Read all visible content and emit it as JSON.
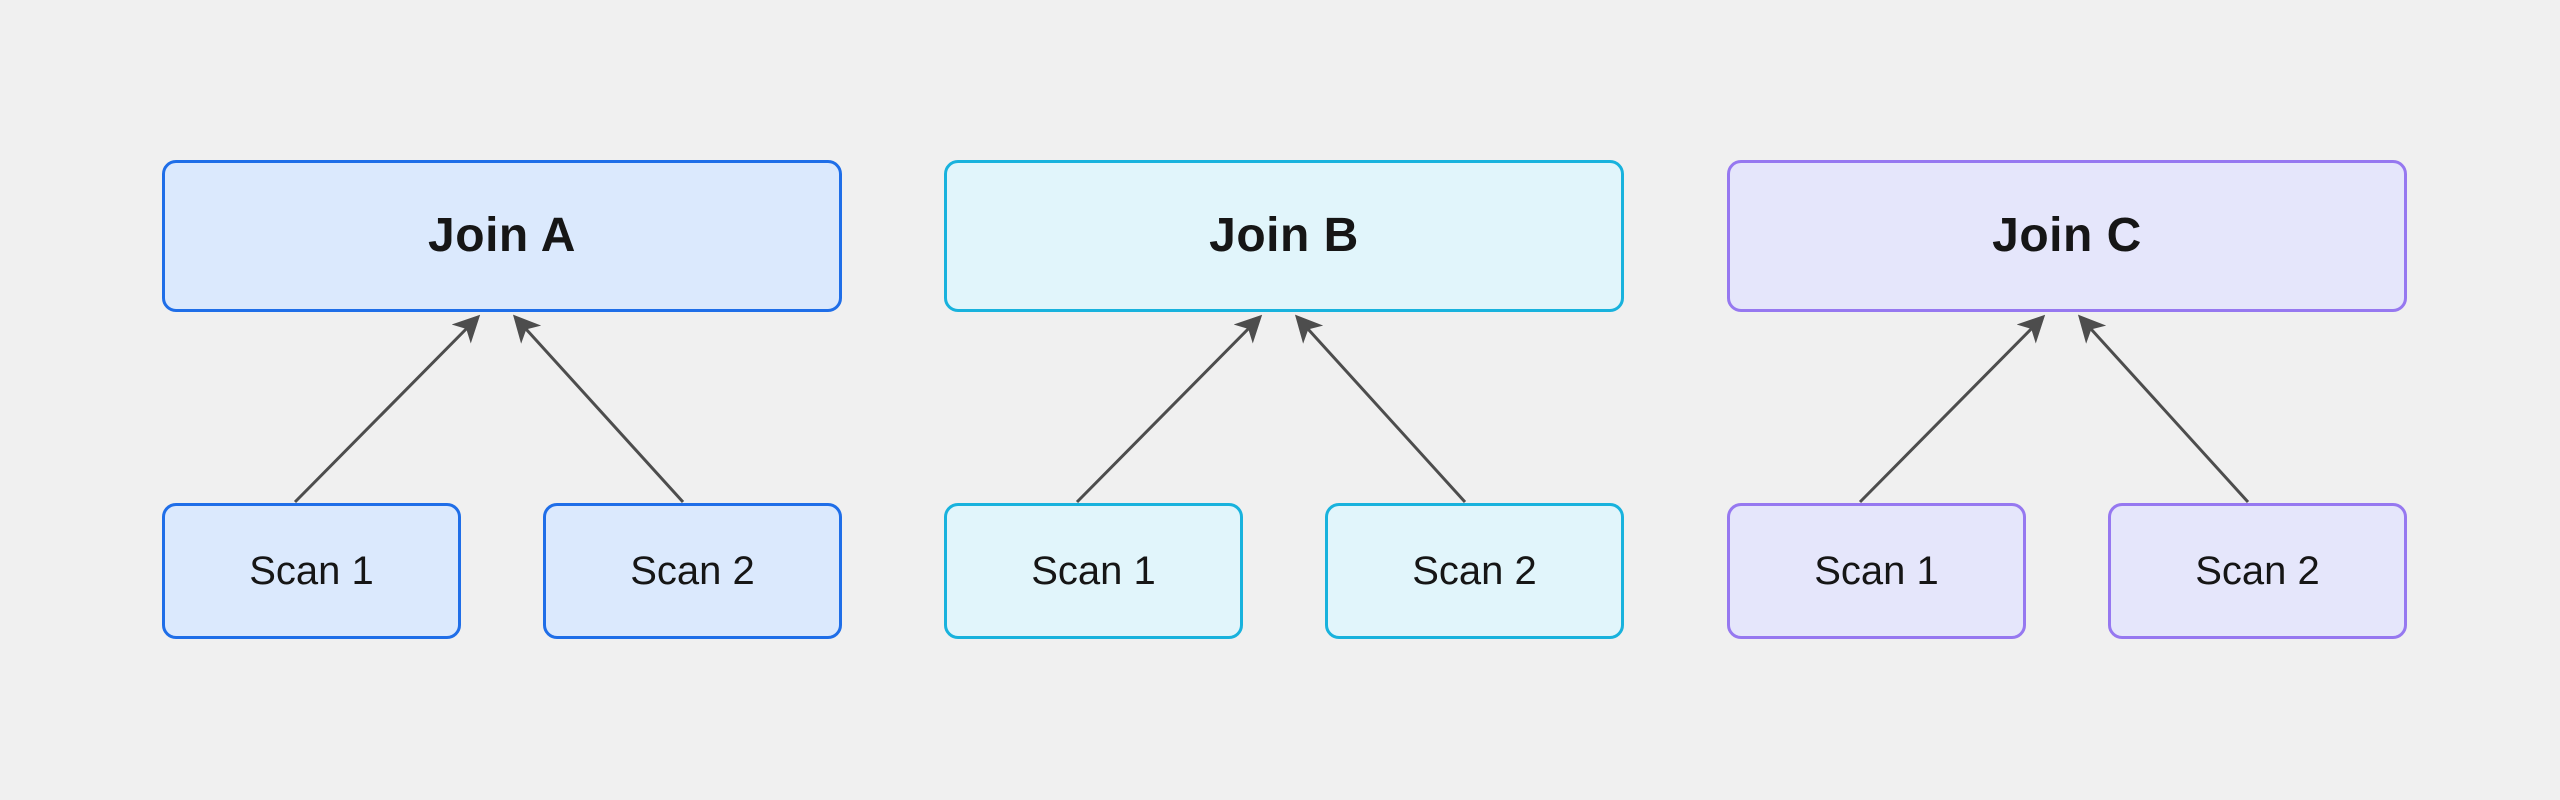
{
  "diagram": {
    "background": "#f0f0f0",
    "arrow_color": "#4d4d4d",
    "text_color": "#161616",
    "groups": [
      {
        "id": "A",
        "join_label": "Join A",
        "scan1_label": "Scan 1",
        "scan2_label": "Scan 2",
        "fill": "#dbe9fd",
        "border": "#1f6ee8"
      },
      {
        "id": "B",
        "join_label": "Join B",
        "scan1_label": "Scan 1",
        "scan2_label": "Scan 2",
        "fill": "#e1f5fb",
        "border": "#18b2dd"
      },
      {
        "id": "C",
        "join_label": "Join C",
        "scan1_label": "Scan 1",
        "scan2_label": "Scan 2",
        "fill": "#e5e6fb",
        "border": "#9678f0"
      }
    ]
  }
}
